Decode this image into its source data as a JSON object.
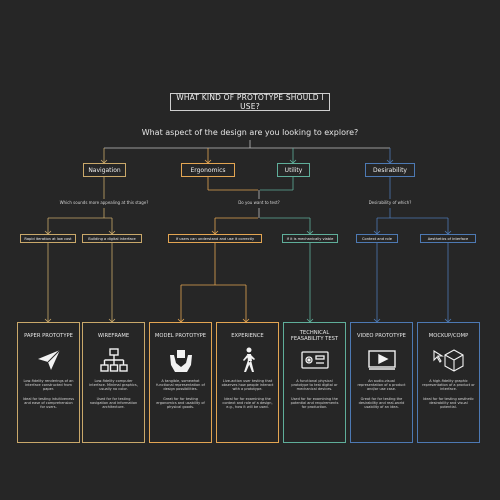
{
  "title": "WHAT KIND OF PROTOTYPE SHOULD I USE?",
  "question": "What aspect of the design are you looking to explore?",
  "categories": {
    "navigation": "Navigation",
    "ergonomics": "Ergonomics",
    "utility": "Utility",
    "desirability": "Desirability"
  },
  "subquestions": {
    "navigation": "Which sounds more appealing at this stage?",
    "test": "Do you want to test?",
    "desirability": "Desirability of which?"
  },
  "options": {
    "rapid": "Rapid iteration at low cost",
    "digital": "Building a digital interface",
    "understand": "If users can understand and use it correctly",
    "mechanical": "If it is mechanically viable",
    "context": "Context and role",
    "aesthetics": "Aesthetics of interface"
  },
  "colors": {
    "navigation": "#c9a86a",
    "ergonomics": "#e3a552",
    "utility": "#5fae9a",
    "desirability": "#4d79b3"
  },
  "cards": [
    {
      "title": "PAPER PROTOTYPE",
      "icon": "paper-plane-icon",
      "desc": "Low-fidelity renderings of an interface constructed from paper.",
      "use": "Ideal for testing intuitiveness and ease of comprehension for users."
    },
    {
      "title": "WIREFRAME",
      "icon": "sitemap-icon",
      "desc": "Low-fidelity computer interface. Minimal graphics, usually no color.",
      "use": "Used for for testing navigation and information architecture."
    },
    {
      "title": "MODEL PROTOTYPE",
      "icon": "hands-box-icon",
      "desc": "A tangible, somewhat functional representation of design possibilities.",
      "use": "Great for for testing ergonomics and usability of physical goods."
    },
    {
      "title": "EXPERIENCE",
      "icon": "walking-person-icon",
      "desc": "Live-action user testing that observes how people interact with a prototype.",
      "use": "Ideal for for examining the context and role of a design, e.g., how it will be used."
    },
    {
      "title": "TECHNICAL FEASABILITY TEST",
      "icon": "circuit-board-icon",
      "desc": "A functional physical prototype to test digital or mechanical devices.",
      "use": "Used for for examining the potential and requirements for production."
    },
    {
      "title": "VIDEO PROTOTYPE",
      "icon": "video-play-icon",
      "desc": "An audio-visual representation of a product and/or use case.",
      "use": "Great for for testing the desirability and real-world usability of an idea."
    },
    {
      "title": "MOCKUP/COMP",
      "icon": "cube-cursor-icon",
      "desc": "A high-fidelity graphic representation of a product or interface.",
      "use": "Ideal for for testing aesthetic desirability and visual potential."
    }
  ]
}
